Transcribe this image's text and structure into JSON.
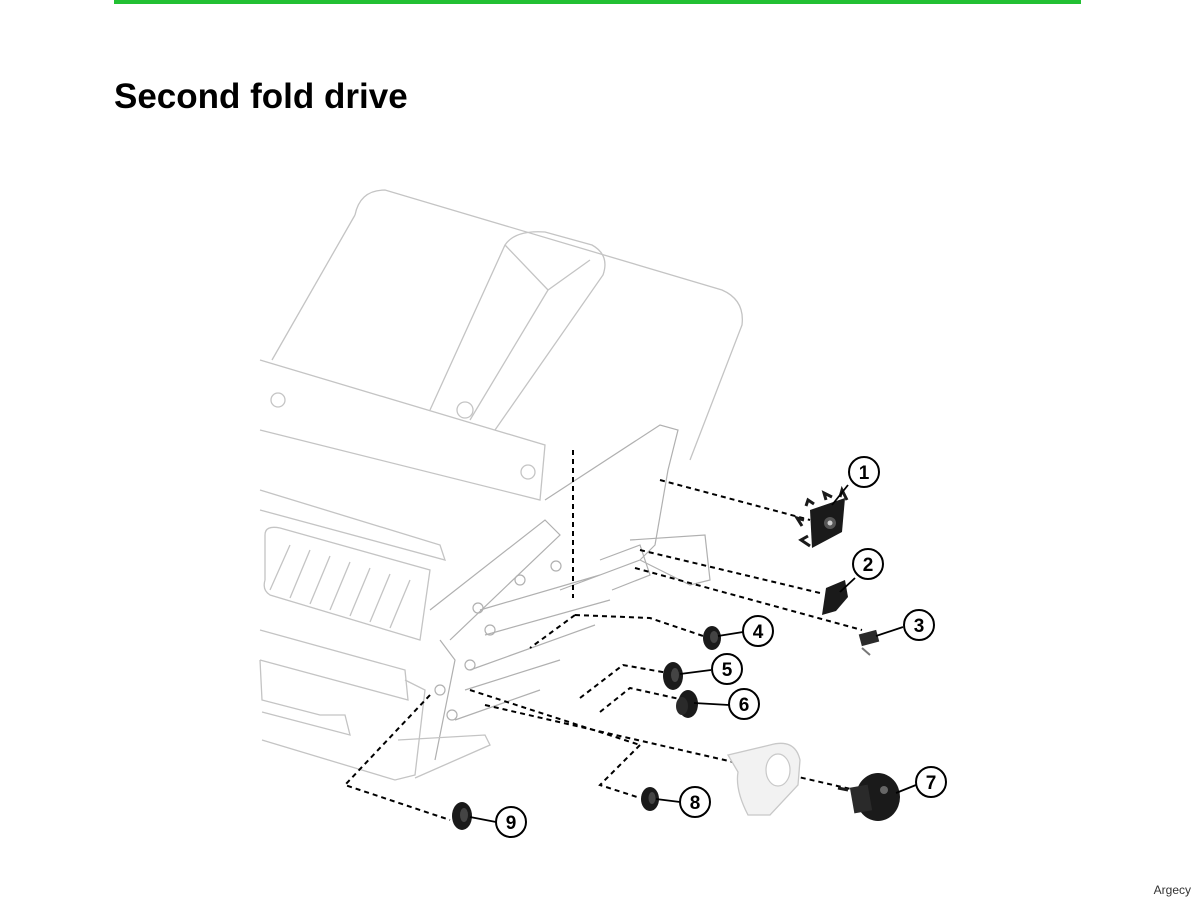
{
  "page": {
    "title": "Second fold drive",
    "accent_color": "#22c033",
    "footer_brand": "Argecy"
  },
  "diagram": {
    "callouts": [
      {
        "id": "1",
        "label": "1"
      },
      {
        "id": "2",
        "label": "2"
      },
      {
        "id": "3",
        "label": "3"
      },
      {
        "id": "4",
        "label": "4"
      },
      {
        "id": "5",
        "label": "5"
      },
      {
        "id": "6",
        "label": "6"
      },
      {
        "id": "7",
        "label": "7"
      },
      {
        "id": "8",
        "label": "8"
      },
      {
        "id": "9",
        "label": "9"
      }
    ]
  }
}
